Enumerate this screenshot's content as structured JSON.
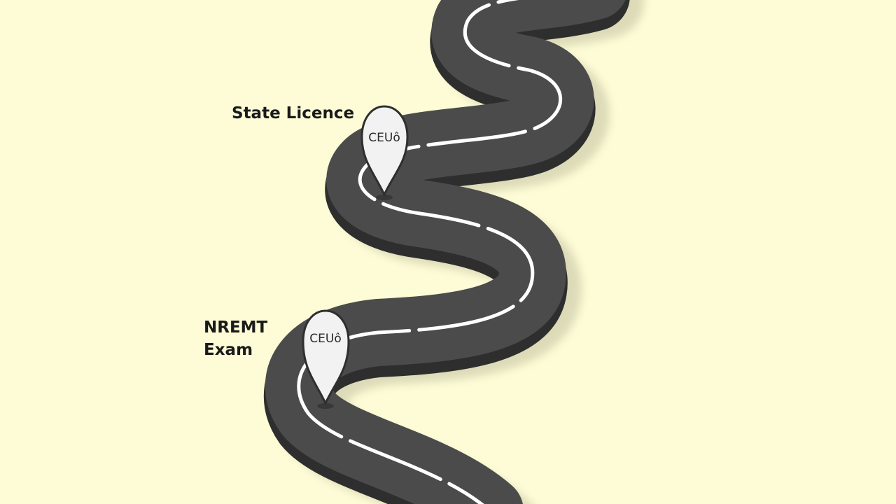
{
  "milestones": [
    {
      "id": "state-license",
      "title_line1": "State Licence",
      "title_line2": "",
      "pin_text": "CEUô"
    },
    {
      "id": "nremt-exam",
      "title_line1": "NREMT",
      "title_line2": "Exam",
      "pin_text": "CEUô"
    }
  ],
  "colors": {
    "background": "#fdfcd6",
    "road": "#4b4b4b",
    "road_side": "#2e2e2e",
    "centerline": "#ffffff",
    "pin_fill": "#f2f2f2",
    "pin_stroke": "#2f2f2f",
    "label_text": "#1a1a1a"
  }
}
